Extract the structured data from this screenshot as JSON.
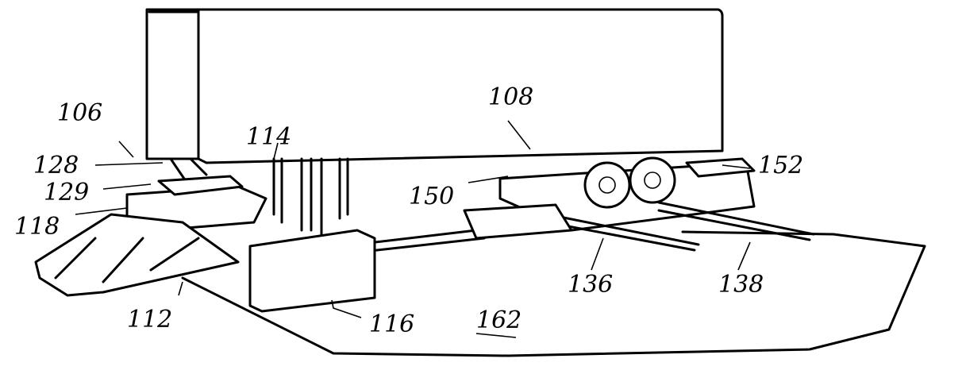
{
  "figure": {
    "labels": {
      "l106": "106",
      "l108": "108",
      "l114": "114",
      "l128": "128",
      "l129": "129",
      "l118": "118",
      "l150": "150",
      "l152": "152",
      "l112": "112",
      "l116": "116",
      "l162": "162",
      "l136": "136",
      "l138": "138"
    }
  }
}
